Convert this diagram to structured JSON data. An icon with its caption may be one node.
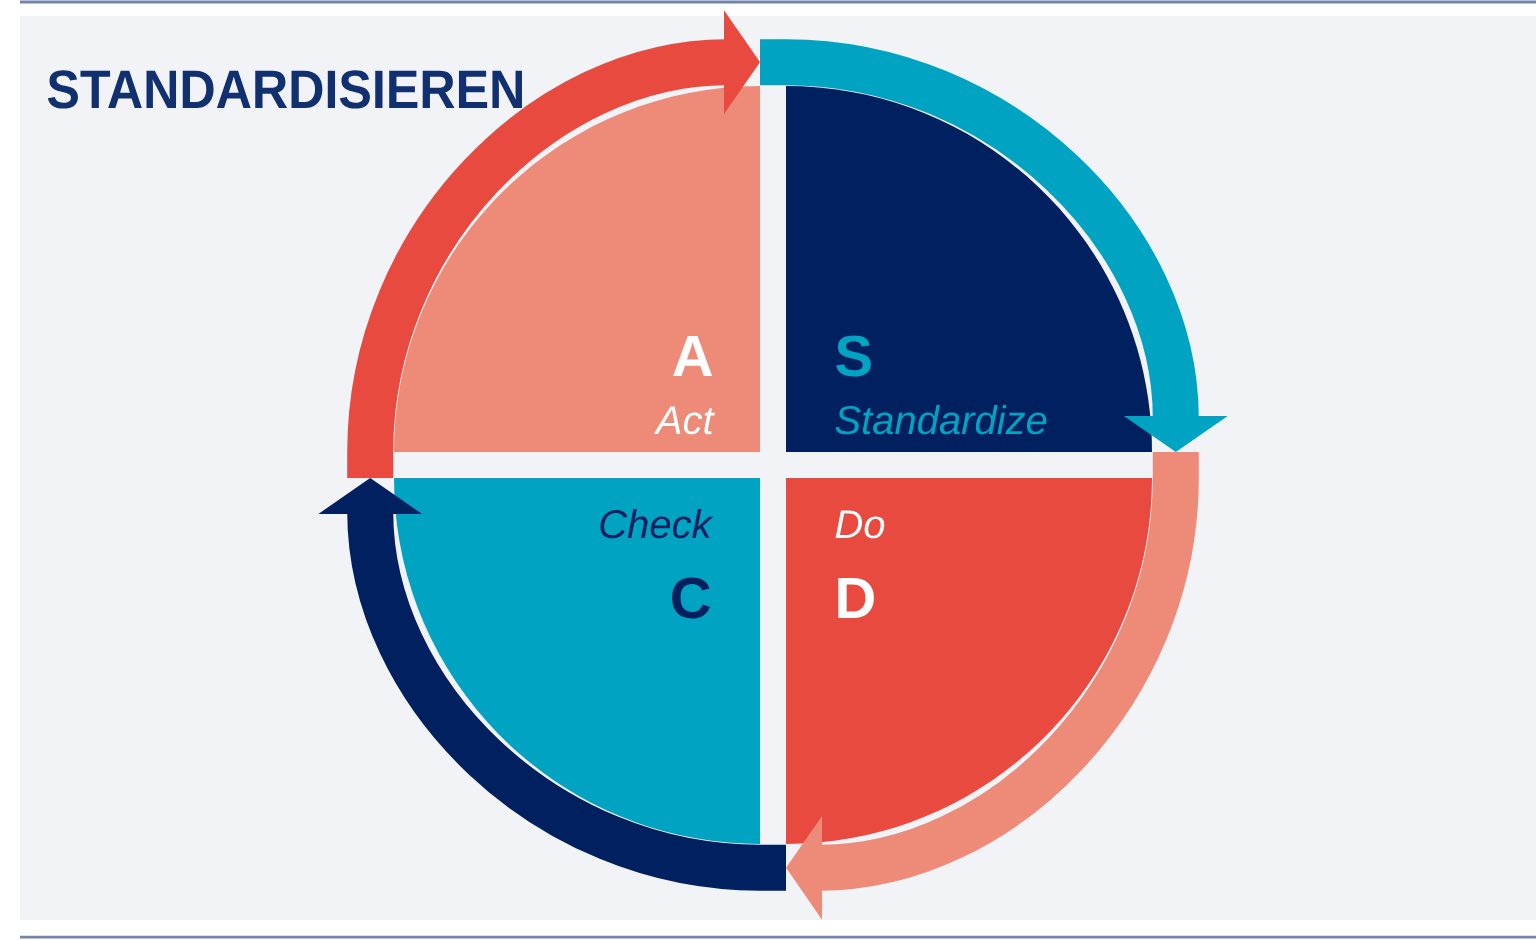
{
  "diagram": {
    "title": "STANDARDISIEREN",
    "nodes": [
      {
        "text": [
          "A",
          "Act"
        ]
      },
      {
        "text": [
          "S",
          "Standardize"
        ]
      },
      {
        "text": [
          "Check",
          "C"
        ]
      },
      {
        "text": [
          "Do",
          "D"
        ]
      }
    ],
    "edges": [
      {
        "from": 0,
        "to": 1,
        "arrow": "to",
        "color": "#00a3c2"
      },
      {
        "from": 1,
        "to": 3,
        "arrow": "to",
        "color": "#ee8a78"
      },
      {
        "from": 3,
        "to": 2,
        "arrow": "to",
        "color": "#012060"
      },
      {
        "from": 2,
        "to": 0,
        "arrow": "to",
        "color": "#e84a3f"
      }
    ]
  }
}
